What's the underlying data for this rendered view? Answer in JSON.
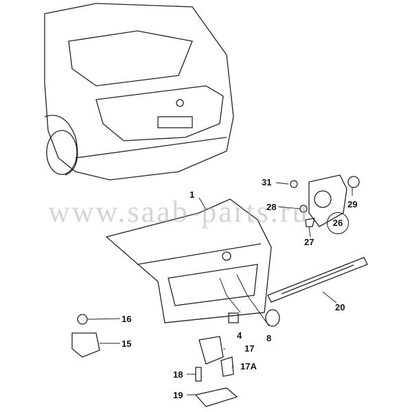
{
  "watermark": "www.saab-parts.ru",
  "callouts": [
    {
      "id": "1",
      "label": "1"
    },
    {
      "id": "31",
      "label": "31"
    },
    {
      "id": "28",
      "label": "28"
    },
    {
      "id": "29",
      "label": "29"
    },
    {
      "id": "26",
      "label": "26"
    },
    {
      "id": "27",
      "label": "27"
    },
    {
      "id": "20",
      "label": "20"
    },
    {
      "id": "16",
      "label": "16"
    },
    {
      "id": "15",
      "label": "15"
    },
    {
      "id": "4",
      "label": "4"
    },
    {
      "id": "8",
      "label": "8"
    },
    {
      "id": "17",
      "label": "17"
    },
    {
      "id": "17A",
      "label": "17A"
    },
    {
      "id": "18",
      "label": "18"
    },
    {
      "id": "19",
      "label": "19"
    }
  ]
}
